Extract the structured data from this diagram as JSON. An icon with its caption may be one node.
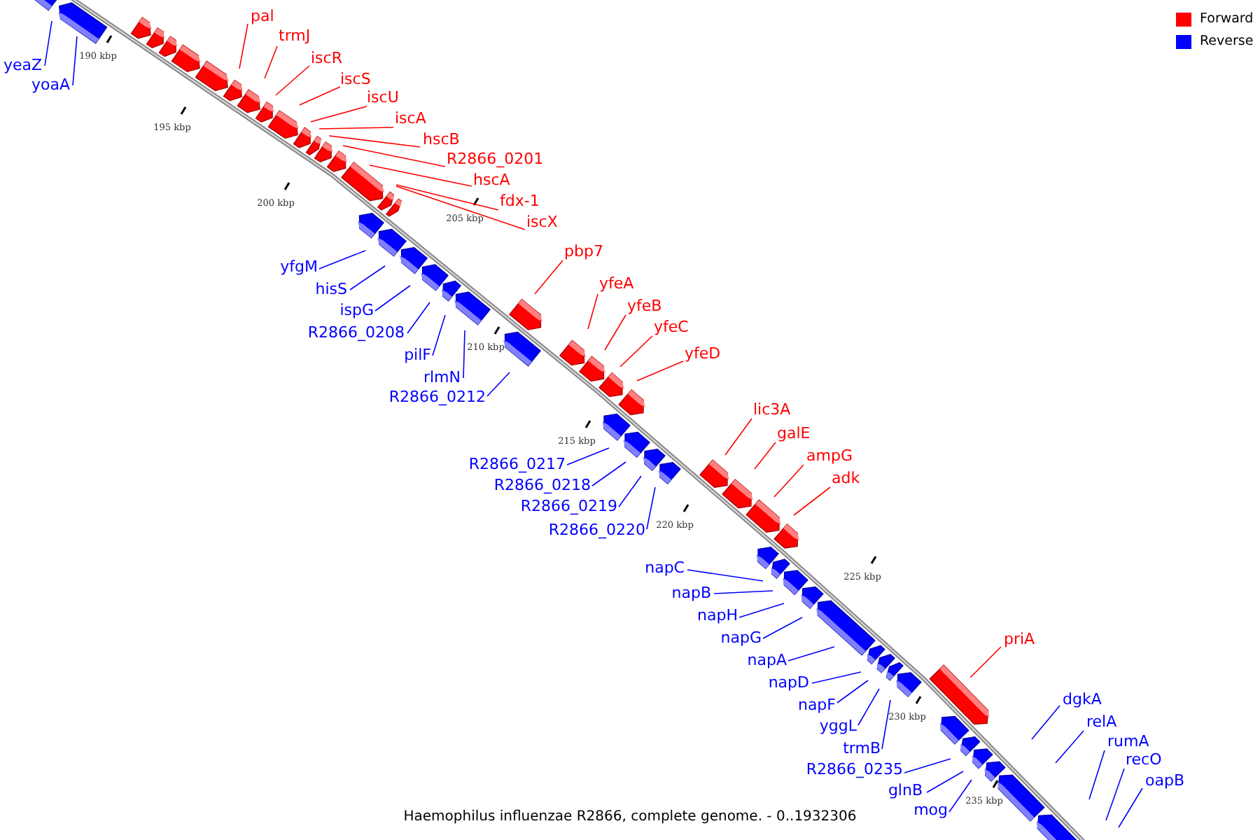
{
  "diagram": {
    "caption": "Haemophilus influenzae R2866, complete genome. - 0..1932306",
    "nodes": [
      {
        "text": [
          "yeaZ"
        ]
      },
      {
        "text": [
          "yoaA"
        ]
      },
      {
        "text": [
          "pal"
        ]
      },
      {
        "text": [
          "trmJ"
        ]
      },
      {
        "text": [
          "iscR"
        ]
      },
      {
        "text": [
          "iscS"
        ]
      },
      {
        "text": [
          "iscU"
        ]
      },
      {
        "text": [
          "iscA"
        ]
      },
      {
        "text": [
          "hscB"
        ]
      },
      {
        "text": [
          "R2866_0201"
        ]
      },
      {
        "text": [
          "hscA"
        ]
      },
      {
        "text": [
          "fdx-1"
        ]
      },
      {
        "text": [
          "iscX"
        ]
      },
      {
        "text": [
          "yfgM"
        ]
      },
      {
        "text": [
          "hisS"
        ]
      },
      {
        "text": [
          "ispG"
        ]
      },
      {
        "text": [
          "R2866_0208"
        ]
      },
      {
        "text": [
          "pilF"
        ]
      },
      {
        "text": [
          "rlmN"
        ]
      },
      {
        "text": [
          "R2866_0212"
        ]
      },
      {
        "text": [
          "pbp7"
        ]
      },
      {
        "text": [
          "yfeA"
        ]
      },
      {
        "text": [
          "yfeB"
        ]
      },
      {
        "text": [
          "yfeC"
        ]
      },
      {
        "text": [
          "yfeD"
        ]
      },
      {
        "text": [
          "R2866_0217"
        ]
      },
      {
        "text": [
          "R2866_0218"
        ]
      },
      {
        "text": [
          "R2866_0219"
        ]
      },
      {
        "text": [
          "R2866_0220"
        ]
      },
      {
        "text": [
          "lic3A"
        ]
      },
      {
        "text": [
          "galE"
        ]
      },
      {
        "text": [
          "ampG"
        ]
      },
      {
        "text": [
          "adk"
        ]
      },
      {
        "text": [
          "napC"
        ]
      },
      {
        "text": [
          "napB"
        ]
      },
      {
        "text": [
          "napH"
        ]
      },
      {
        "text": [
          "napG"
        ]
      },
      {
        "text": [
          "napA"
        ]
      },
      {
        "text": [
          "napD"
        ]
      },
      {
        "text": [
          "napF"
        ]
      },
      {
        "text": [
          "yggL"
        ]
      },
      {
        "text": [
          "trmB"
        ]
      },
      {
        "text": [
          "priA"
        ]
      },
      {
        "text": [
          "R2866_0235"
        ]
      },
      {
        "text": [
          "glnB"
        ]
      },
      {
        "text": [
          "mog"
        ]
      },
      {
        "text": [
          "dgkA"
        ]
      },
      {
        "text": [
          "relA"
        ]
      },
      {
        "text": [
          "rumA"
        ]
      },
      {
        "text": [
          "recO"
        ]
      },
      {
        "text": [
          "oapB"
        ]
      }
    ],
    "edges": [
      {
        "from": 0,
        "to": null,
        "arrow": "none"
      },
      {
        "from": 1,
        "to": null,
        "arrow": "none"
      },
      {
        "from": 2,
        "to": null,
        "arrow": "none",
        "color": "#ff0000"
      },
      {
        "from": 3,
        "to": null,
        "arrow": "none",
        "color": "#ff0000"
      },
      {
        "from": 4,
        "to": null,
        "arrow": "none",
        "color": "#ff0000"
      },
      {
        "from": 5,
        "to": null,
        "arrow": "none",
        "color": "#ff0000"
      },
      {
        "from": 6,
        "to": null,
        "arrow": "none",
        "color": "#ff0000"
      },
      {
        "from": 7,
        "to": null,
        "arrow": "none",
        "color": "#ff0000"
      },
      {
        "from": 8,
        "to": null,
        "arrow": "none",
        "color": "#ff0000"
      },
      {
        "from": 9,
        "to": null,
        "arrow": "none",
        "color": "#ff0000"
      },
      {
        "from": 10,
        "to": null,
        "arrow": "none",
        "color": "#ff0000"
      },
      {
        "from": 11,
        "to": null,
        "arrow": "none",
        "color": "#ff0000"
      },
      {
        "from": 12,
        "to": null,
        "arrow": "none",
        "color": "#ff0000"
      },
      {
        "from": 13,
        "to": null,
        "arrow": "none"
      },
      {
        "from": 14,
        "to": null,
        "arrow": "none"
      },
      {
        "from": 15,
        "to": null,
        "arrow": "none"
      },
      {
        "from": 16,
        "to": null,
        "arrow": "none"
      },
      {
        "from": 17,
        "to": null,
        "arrow": "none"
      },
      {
        "from": 18,
        "to": null,
        "arrow": "none"
      },
      {
        "from": 19,
        "to": null,
        "arrow": "none"
      },
      {
        "from": 20,
        "to": null,
        "arrow": "none",
        "color": "#ff0000"
      },
      {
        "from": 21,
        "to": null,
        "arrow": "none",
        "color": "#ff0000"
      },
      {
        "from": 22,
        "to": null,
        "arrow": "none",
        "color": "#ff0000"
      },
      {
        "from": 23,
        "to": null,
        "arrow": "none",
        "color": "#ff0000"
      },
      {
        "from": 24,
        "to": null,
        "arrow": "none",
        "color": "#ff0000"
      },
      {
        "from": 25,
        "to": null,
        "arrow": "none"
      },
      {
        "from": 26,
        "to": null,
        "arrow": "none"
      },
      {
        "from": 27,
        "to": null,
        "arrow": "none"
      },
      {
        "from": 28,
        "to": null,
        "arrow": "none"
      },
      {
        "from": 29,
        "to": null,
        "arrow": "none",
        "color": "#ff0000"
      },
      {
        "from": 30,
        "to": null,
        "arrow": "none",
        "color": "#ff0000"
      },
      {
        "from": 31,
        "to": null,
        "arrow": "none",
        "color": "#ff0000"
      },
      {
        "from": 32,
        "to": null,
        "arrow": "none",
        "color": "#ff0000"
      },
      {
        "from": 33,
        "to": null,
        "arrow": "none"
      },
      {
        "from": 34,
        "to": null,
        "arrow": "none"
      },
      {
        "from": 35,
        "to": null,
        "arrow": "none"
      },
      {
        "from": 36,
        "to": null,
        "arrow": "none"
      },
      {
        "from": 37,
        "to": null,
        "arrow": "none"
      },
      {
        "from": 38,
        "to": null,
        "arrow": "none"
      },
      {
        "from": 39,
        "to": null,
        "arrow": "none"
      },
      {
        "from": 40,
        "to": null,
        "arrow": "none"
      },
      {
        "from": 41,
        "to": null,
        "arrow": "none"
      },
      {
        "from": 42,
        "to": null,
        "arrow": "none",
        "color": "#ff0000"
      },
      {
        "from": 43,
        "to": null,
        "arrow": "none"
      },
      {
        "from": 44,
        "to": null,
        "arrow": "none"
      },
      {
        "from": 45,
        "to": null,
        "arrow": "none"
      },
      {
        "from": 46,
        "to": null,
        "arrow": "none"
      },
      {
        "from": 47,
        "to": null,
        "arrow": "none"
      },
      {
        "from": 48,
        "to": null,
        "arrow": "none"
      },
      {
        "from": 49,
        "to": null,
        "arrow": "none"
      },
      {
        "from": 50,
        "to": null,
        "arrow": "none"
      }
    ],
    "labels": [
      "190 kbp",
      "195 kbp",
      "200 kbp",
      "205 kbp",
      "210 kbp",
      "215 kbp",
      "220 kbp",
      "225 kbp",
      "230 kbp",
      "235 kbp"
    ],
    "legend": [
      {
        "text": "Forward",
        "color": "#ff0000"
      },
      {
        "text": "Reverse",
        "color": "#0000ff"
      }
    ]
  }
}
